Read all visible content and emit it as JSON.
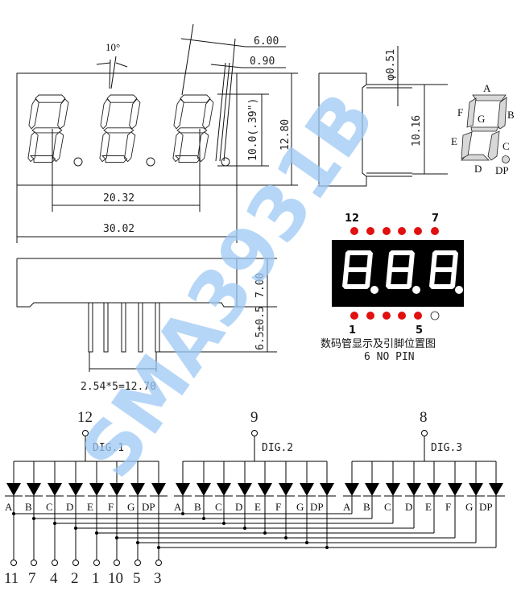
{
  "front_view": {
    "dim_width": "30.02",
    "dim_pitch": "20.32",
    "dim_height": "12.80",
    "dim_digit_height": "10.0(.39\")",
    "dim_slant": "6.00",
    "dim_seg_width": "0.90",
    "angle": "10°"
  },
  "side_view": {
    "dim_pin_dia": "φ0.51",
    "dim_row_spacing": "10.16"
  },
  "bottom_view": {
    "dim_body": "7.00",
    "dim_pin_len": "6.5±0.5",
    "dim_pin_pitch": "2.54*5=12.70"
  },
  "segment_legend": {
    "labels": [
      "A",
      "B",
      "C",
      "D",
      "E",
      "F",
      "G",
      "DP"
    ]
  },
  "pinout": {
    "top_left_pin": "12",
    "top_right_pin": "7",
    "bottom_left_pin": "1",
    "bottom_right_pin": "5",
    "caption": "数码管显示及引脚位置图",
    "note": "6 NO PIN",
    "pin_color": "#e01010",
    "display_bg": "#000000"
  },
  "schematic": {
    "digits": [
      {
        "label": "DIG.1",
        "pin": "12"
      },
      {
        "label": "DIG.2",
        "pin": "9"
      },
      {
        "label": "DIG.3",
        "pin": "8"
      }
    ],
    "segment_labels": [
      "A",
      "B",
      "C",
      "D",
      "E",
      "F",
      "G",
      "DP"
    ],
    "segment_pins": [
      "11",
      "7",
      "4",
      "2",
      "1",
      "10",
      "5",
      "3"
    ]
  },
  "watermark": "SMA3931B"
}
